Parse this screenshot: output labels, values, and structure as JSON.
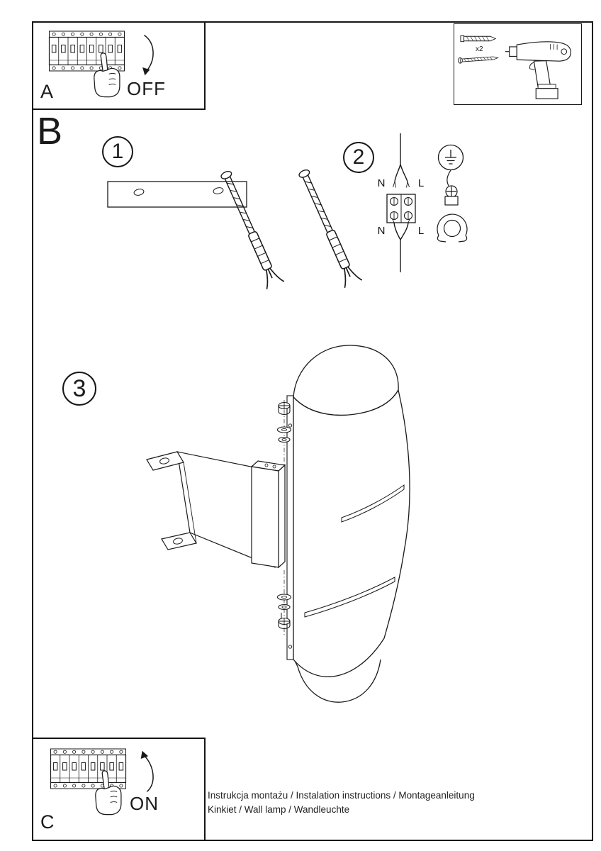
{
  "colors": {
    "ink": "#1a1a1a",
    "paper": "#ffffff"
  },
  "panel_a": {
    "label": "A",
    "state": "OFF"
  },
  "panel_c": {
    "label": "C",
    "state": "ON"
  },
  "section_b": {
    "label": "B"
  },
  "steps": {
    "one": "1",
    "two": "2",
    "three": "3"
  },
  "tools_box": {
    "anchor_count": "x2"
  },
  "wiring": {
    "n_top": "N",
    "l_top": "L",
    "n_bottom": "N",
    "l_bottom": "L"
  },
  "footer": {
    "line1": "Instrukcja montażu / Instalation instructions / Montageanleitung",
    "line2": "Kinkiet  / Wall lamp / Wandleuchte"
  }
}
